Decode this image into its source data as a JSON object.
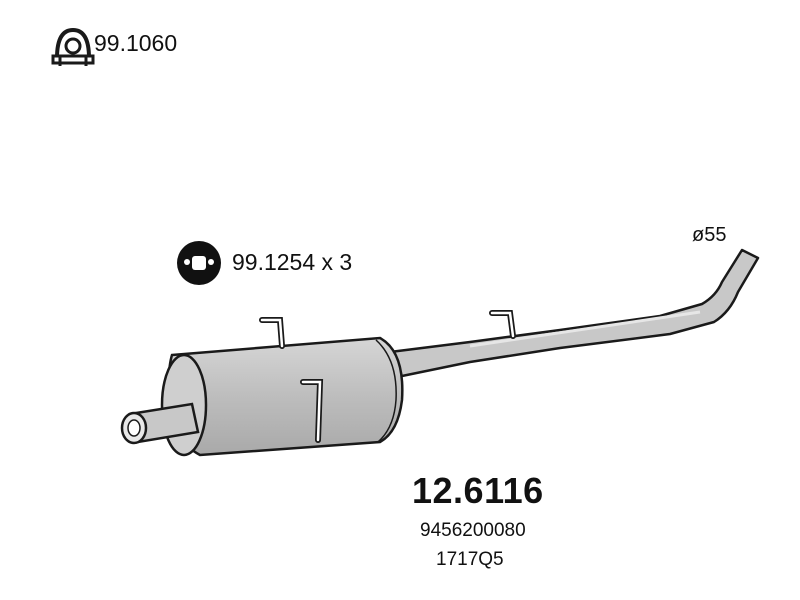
{
  "accessories": {
    "clamp": {
      "icon": "pipe-clamp-icon",
      "code": "99.1060"
    },
    "hanger": {
      "icon": "rubber-hanger-icon",
      "code": "99.1254 x 3"
    }
  },
  "pipe": {
    "diameter_label": "ø55"
  },
  "part": {
    "number": "12.6116",
    "oem_number": "9456200080",
    "oem_code": "1717Q5"
  },
  "colors": {
    "muffler_fill": "#bdbdbd",
    "pipe_fill": "#c8c8c8",
    "outline": "#1a1a1a",
    "text": "#111111"
  }
}
